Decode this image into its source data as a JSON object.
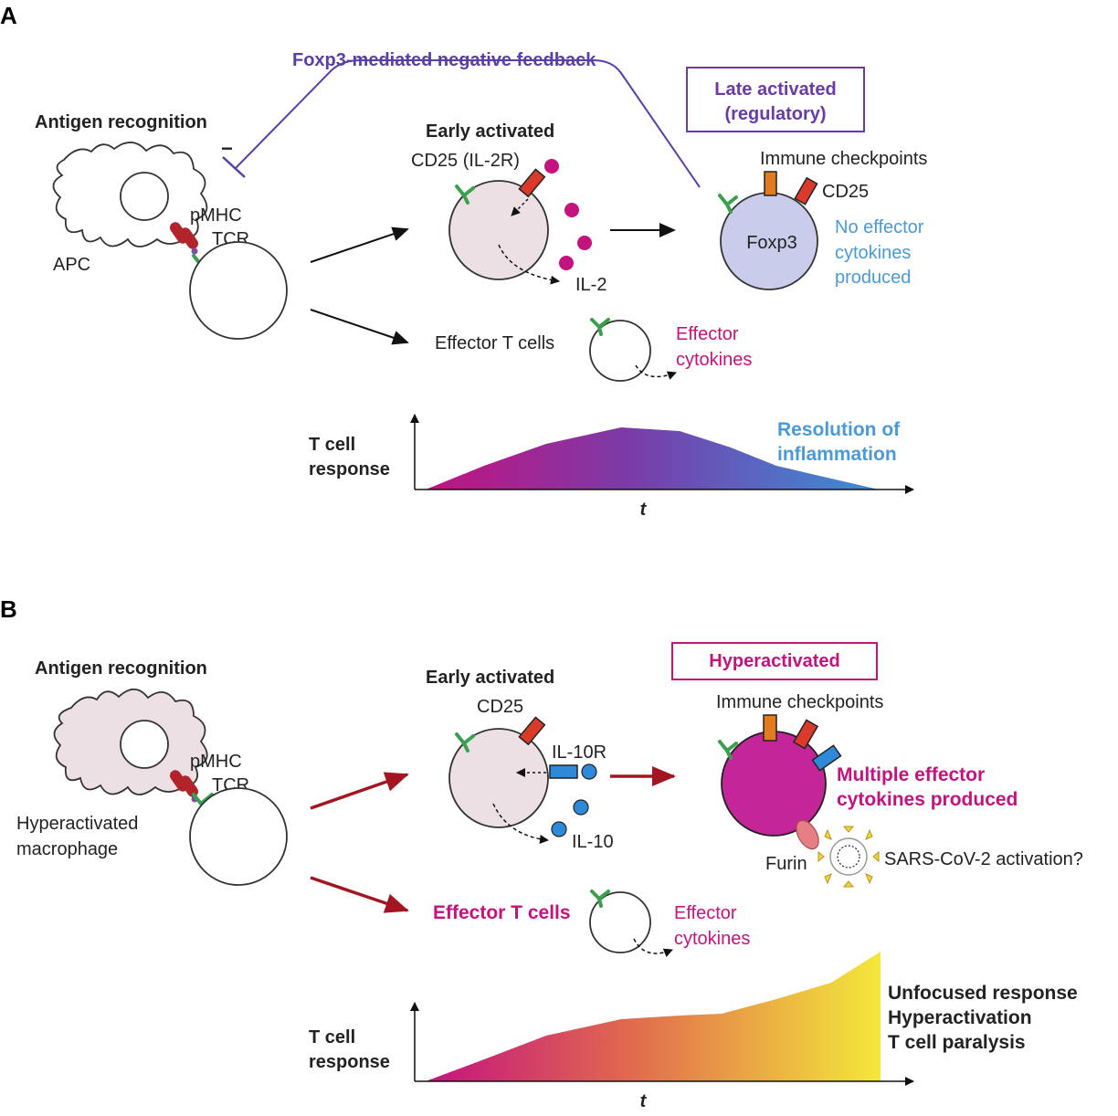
{
  "panel_a": {
    "letter": "A",
    "feedback": "Foxp3-mediated negative feedback",
    "inhibit_sign": "−",
    "antigen": "Antigen recognition",
    "apc": "APC",
    "pmhc": "pMHC",
    "tcr": "TCR",
    "early": "Early activated",
    "cd25_il2r": "CD25 (IL-2R)",
    "il2": "IL-2",
    "late_line1": "Late activated",
    "late_line2": "(regulatory)",
    "checkpoints": "Immune checkpoints",
    "cd25": "CD25",
    "foxp3": "Foxp3",
    "no_effector_1": "No effector",
    "no_effector_2": "cytokines",
    "no_effector_3": "produced",
    "effector_t": "Effector T cells",
    "eff_cyt_1": "Effector",
    "eff_cyt_2": "cytokines",
    "ylabel_1": "T cell",
    "ylabel_2": "response",
    "xlabel": "t",
    "resolution_1": "Resolution of",
    "resolution_2": "inflammation"
  },
  "panel_b": {
    "letter": "B",
    "antigen": "Antigen recognition",
    "pmhc": "pMHC",
    "tcr": "TCR",
    "macro_1": "Hyperactivated",
    "macro_2": "macrophage",
    "early": "Early activated",
    "cd25": "CD25",
    "il10r": "IL-10R",
    "il10": "IL-10",
    "hyper": "Hyperactivated",
    "checkpoints": "Immune checkpoints",
    "multi_1": "Multiple effector",
    "multi_2": "cytokines produced",
    "furin": "Furin",
    "sars": "SARS-CoV-2 activation?",
    "effector_t": "Effector T cells",
    "eff_cyt_1": "Effector",
    "eff_cyt_2": "cytokines",
    "ylabel_1": "T cell",
    "ylabel_2": "response",
    "xlabel": "t",
    "outcome_1": "Unfocused response",
    "outcome_2": "Hyperactivation",
    "outcome_3": "T cell paralysis"
  },
  "colors": {
    "feedback": "#5b3fa8",
    "magenta": "#c4127f",
    "blue_text": "#4a9ad8",
    "dark_red": "#a31621",
    "cell_pink": "#ece0e4",
    "treg_fill": "#c9cdeb",
    "hyper_fill": "#c4269a",
    "tcr_green": "#3aa050",
    "orange": "#e07b1f",
    "red_rect": "#d93a2a",
    "blue_rect": "#2e8ad8"
  }
}
